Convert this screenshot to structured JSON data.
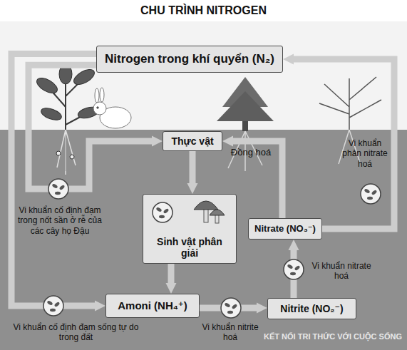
{
  "diagram": {
    "title": "CHU TRÌNH NITROGEN",
    "nodes": [
      {
        "text": [
          "Nitrogen trong khí quyển (N₂)"
        ]
      },
      {
        "text": [
          "Thực vật"
        ]
      },
      {
        "text": [
          "Sinh vật phân giải"
        ]
      },
      {
        "text": [
          "Amoni (NH₄⁺)"
        ]
      },
      {
        "text": [
          "Nitrite (NO₂⁻)"
        ]
      },
      {
        "text": [
          "Nitrate (NO₃⁻)"
        ]
      }
    ],
    "edges": [
      {
        "from": 0,
        "to": 1,
        "arrow": "to",
        "label": "Vi khuẩn cố định đạm trong nốt sần ở rễ của các cây họ Đậu"
      },
      {
        "from": 0,
        "to": 3,
        "arrow": "to",
        "label": "Vi khuẩn cố định đạm sống tự do trong đất"
      },
      {
        "from": 1,
        "to": 2,
        "arrow": "to"
      },
      {
        "from": 2,
        "to": 3,
        "arrow": "to"
      },
      {
        "from": 3,
        "to": 4,
        "arrow": "to",
        "label": "Vi khuẩn nitrite hoá"
      },
      {
        "from": 4,
        "to": 5,
        "arrow": "to",
        "label": "Vi khuẩn nitrate hoá"
      },
      {
        "from": 5,
        "to": 1,
        "arrow": "to",
        "label": "Đồng hoá"
      },
      {
        "from": 5,
        "to": 0,
        "arrow": "to",
        "label": "Vi khuẩn phản nitrate hoá"
      }
    ],
    "labels": [
      "KẾT NỐI TRI THỨC VỚI CUỘC SỐNG"
    ]
  }
}
